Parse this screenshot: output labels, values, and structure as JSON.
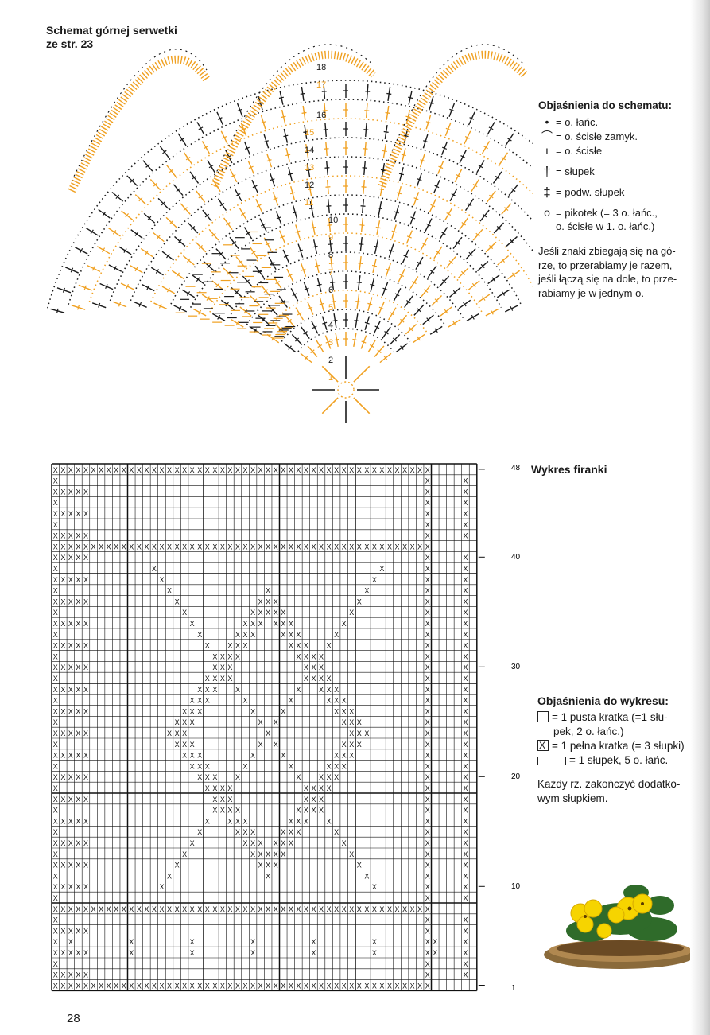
{
  "motif": {
    "title_line1": "Schemat górnej serwetki",
    "title_line2": "ze str. 23",
    "round_numbers": [
      "1",
      "2",
      "3",
      "4",
      "5",
      "6",
      "7",
      "8",
      "9",
      "10",
      "11",
      "12",
      "13",
      "14",
      "15",
      "16",
      "17",
      "18"
    ]
  },
  "motif_legend": {
    "heading": "Objaśnienia do schematu:",
    "items": [
      {
        "symbol": "•",
        "text": "= o. łańc."
      },
      {
        "symbol": "⌒",
        "text": "= o. ścisłe zamyk."
      },
      {
        "symbol": "ı",
        "text": "= o. ścisłe"
      },
      {
        "symbol": "†",
        "text": "= słupek"
      },
      {
        "symbol": "‡",
        "text": "= podw. słupek"
      },
      {
        "symbol": "o",
        "text": "= pikotek (= 3 o. łańc.,",
        "text2": "o. ścisłe w 1. o. łańc.)"
      }
    ],
    "note_lines": [
      "Jeśli znaki zbiegają się na gó-",
      "rze, to przerabiamy je razem,",
      "jeśli łączą się na dole, to prze-",
      "rabiamy je w jednym o."
    ]
  },
  "chart": {
    "title": "Wykres firanki",
    "row_labels": [
      "48",
      "40",
      "30",
      "20",
      "10",
      "1"
    ]
  },
  "chart_legend": {
    "heading": "Objaśnienia do wykresu:",
    "empty_line1": "= 1 pusta kratka (=1 słu-",
    "empty_line2": "pek, 2 o. łańc.)",
    "full_line": "= 1 pełna kratka (= 3 słupki)",
    "bracket_line": "= 1 słupek, 5 o. łańc.",
    "note_line1": "Każdy rz. zakończyć dodatko-",
    "note_line2": "wym słupkiem."
  },
  "page_number": "28",
  "colors": {
    "orange": "#f0a020",
    "ink": "#1a1a1a",
    "grid_bold": "#111111"
  }
}
